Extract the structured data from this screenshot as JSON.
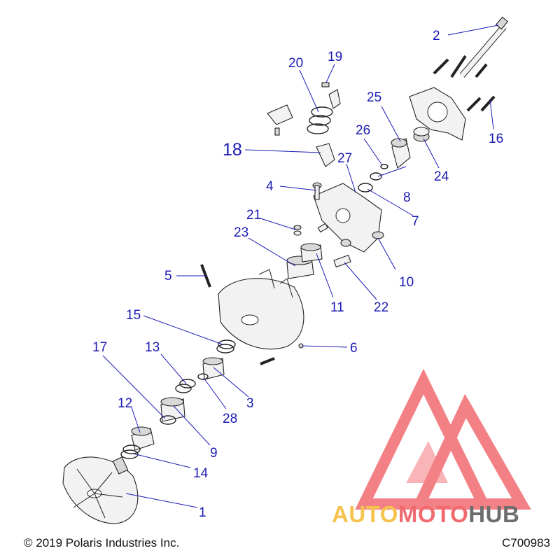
{
  "figure": {
    "copyright": "© 2019 Polaris Industries Inc.",
    "code": "C700983"
  },
  "watermark": {
    "part1": "AUTO",
    "part2": "MOTO",
    "part3": "HUB",
    "colors": {
      "auto": "#f6c34e",
      "moto": "#f06a70",
      "hub": "#6d6d6d",
      "logo": "#f06a70"
    }
  },
  "callouts": {
    "c1": "1",
    "c2": "2",
    "c3": "3",
    "c4": "4",
    "c5": "5",
    "c6": "6",
    "c7": "7",
    "c8": "8",
    "c9": "9",
    "c10": "10",
    "c11": "11",
    "c12": "12",
    "c13": "13",
    "c14": "14",
    "c15": "15",
    "c16": "16",
    "c17": "17",
    "c18": "18",
    "c19": "19",
    "c20": "20",
    "c21": "21",
    "c22": "22",
    "c23": "23",
    "c24": "24",
    "c25": "25",
    "c26": "26",
    "c27": "27",
    "c28": "28"
  },
  "colors": {
    "label": "#1a1ab4",
    "ink": "#222222"
  }
}
